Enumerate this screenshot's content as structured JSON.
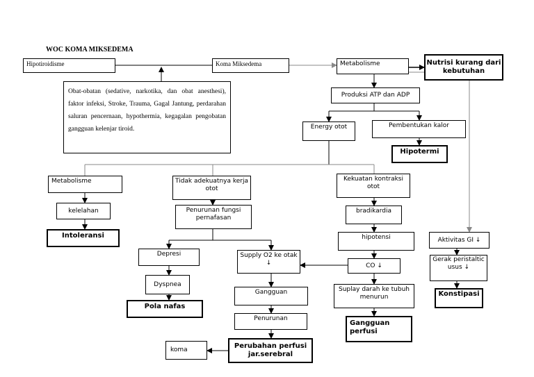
{
  "title": "WOC KOMA MIKSEDEMA",
  "nodes": {
    "hipotiroidisme": "Hipotiroidisme",
    "koma_miksedema": "Koma Miksedema",
    "metabolisme_top": "Metabolisme",
    "nutrisi": "Nutrisi kurang dari kebutuhan",
    "obat": "Obat-obatan (sedative, narkotika, dan obat anesthesi), faktor infeksi, Stroke, Trauma, Gagal Jantung, perdarahan saluran pencernaan, hypothermia, kegagalan pengobatan gangguan kelenjar tiroid.",
    "produksi": "Produksi ATP dan ADP",
    "energy": "Energy otot",
    "pembentukan": "Pembentukan kalor",
    "hipotermi": "Hipotermi",
    "metabolisme_left": "Metabolisme",
    "tidak_adekuat": "Tidak adekuatnya kerja otot",
    "kekuatan": "Kekuatan kontraksi otot",
    "kelelahan": "kelelahan",
    "penurunan_fungsi": "Penurunan fungsi pernafasan",
    "bradikardia": "bradikardia",
    "intoleransi": "Intoleransi",
    "hipotensi": "hipotensi",
    "aktivitas": "Aktivitas GI ↓",
    "depresi": "Depresi",
    "supply": "Supply O2 ke otak ↓",
    "co": "CO ↓",
    "gerak": "Gerak peristaltic usus ↓",
    "dyspnea": "Dyspnea",
    "gangguan": "Gangguan",
    "suplay": "Suplay darah ke tubuh menurun",
    "konstipasi": "Konstipasi",
    "pola": "Pola nafas",
    "penurunan": "Penurunan",
    "gangguan_perfusi": "Gangguan perfusi",
    "koma": "koma",
    "perubahan": "Perubahan perfusi jar.serebral"
  }
}
